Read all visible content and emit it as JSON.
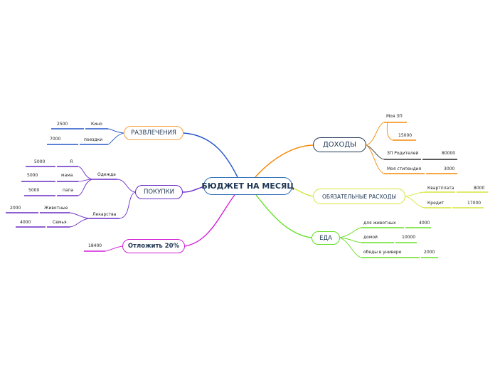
{
  "center": {
    "title": "БЮДЖЕТ НА МЕСЯЦ"
  },
  "colors": {
    "center": "#2f6fba",
    "entertainment": "#f4a240",
    "entertainment_line": "#2355c9",
    "purchases": "#6a2bc6",
    "save": "#d21fd6",
    "income": "#f58a08",
    "mandatory": "#d6e43a",
    "food": "#63e022"
  },
  "topics": {
    "entertainment": {
      "label": "РАЗВЛЕЧЕНИЯ"
    },
    "purchases": {
      "label": "ПОКУПКИ"
    },
    "save": {
      "label": "Отложить 20%"
    },
    "income": {
      "label": "ДОХОДЫ"
    },
    "mandatory": {
      "label": "ОБЯЗАТЕЛЬНЫЕ РАСХОДЫ"
    },
    "food": {
      "label": "ЕДА"
    }
  },
  "entertainment_items": [
    {
      "name": "Кино",
      "value": "2500"
    },
    {
      "name": "поездки",
      "value": "7000"
    }
  ],
  "purchases_groups": {
    "clothes": {
      "label": "Одежда",
      "items": [
        {
          "name": "Я",
          "value": "5000"
        },
        {
          "name": "мама",
          "value": "5000"
        },
        {
          "name": "папа",
          "value": "5000"
        }
      ]
    },
    "medicine": {
      "label": "Лекарства",
      "items": [
        {
          "name": "Животные",
          "value": "2000"
        },
        {
          "name": "Семья",
          "value": "4000"
        }
      ]
    }
  },
  "save_value": "18400",
  "income_items": {
    "my_salary": {
      "name": "Моя ЗП",
      "value": "15000"
    },
    "parents_salary": {
      "name": "ЗП Родителей",
      "value": "80000"
    },
    "scholarship": {
      "name": "Моя стипендия",
      "value": "3000"
    }
  },
  "mandatory_items": [
    {
      "name": "Квартплата",
      "value": "8000"
    },
    {
      "name": "Кредит",
      "value": "17000"
    }
  ],
  "food_items": [
    {
      "name": "для животных",
      "value": "4000"
    },
    {
      "name": "домой",
      "value": "10000"
    },
    {
      "name": "обеды в универе",
      "value": "2000"
    }
  ]
}
